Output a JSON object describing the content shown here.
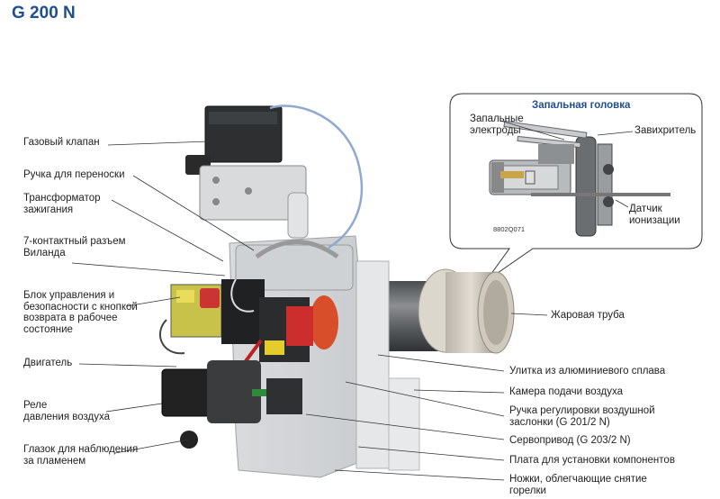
{
  "title": "G 200 N",
  "callout": {
    "title": "Запальная головка",
    "code": "8802Q071",
    "labels": {
      "electrodes": [
        "Запальные",
        "электроды"
      ],
      "swirler": "Завихритель",
      "ion_sensor": [
        "Датчик",
        "ионизации"
      ]
    }
  },
  "labels_left": {
    "gas_valve": "Газовый клапан",
    "handle": "Ручка для переноски",
    "transformer": [
      "Трансформатор",
      "зажигания"
    ],
    "connector": [
      "7-контактный разъем",
      "Виланда"
    ],
    "control_unit": [
      "Блок управления и",
      "безопасности с кнопкой",
      "возврата в рабочее",
      "состояние"
    ],
    "motor": "Двигатель",
    "pressure_relay": [
      "Реле",
      "давления воздуха"
    ],
    "flame_window": [
      "Глазок для наблюдения",
      "за пламенем"
    ]
  },
  "labels_right": {
    "flame_tube": "Жаровая труба",
    "volute": "Улитка из алюминиевого сплава",
    "air_chamber": "Камера подачи воздуха",
    "air_damper_knob": [
      "Ручка регулировки воздушной",
      "заслонки (G 201/2 N)"
    ],
    "servo": "Сервопривод (G 203/2 N)",
    "component_plate": "Плата для установки компонентов",
    "feet": [
      "Ножки, облегчающие снятие",
      "горелки"
    ]
  }
}
